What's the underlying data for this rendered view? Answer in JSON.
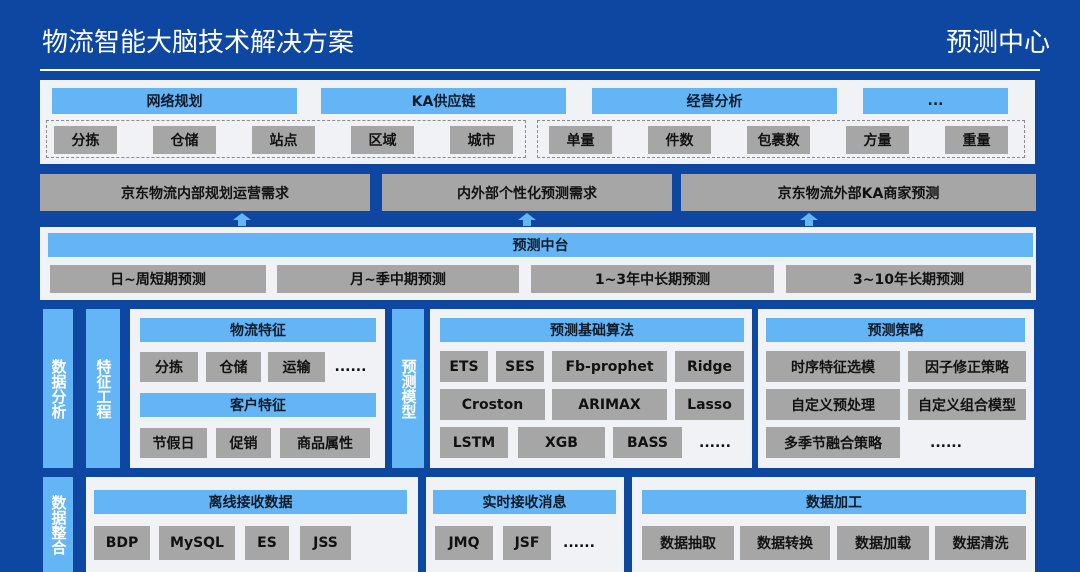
{
  "header": {
    "title": "物流智能大脑技术解决方案",
    "right_title": "预测中心"
  },
  "top": {
    "categories": [
      "网络规划",
      "KA供应链",
      "经营分析",
      "..."
    ],
    "left_items": [
      "分拣",
      "仓储",
      "站点",
      "区域",
      "城市"
    ],
    "right_items": [
      "单量",
      "件数",
      "包裹数",
      "方量",
      "重量"
    ]
  },
  "needs": [
    "京东物流内部规划运营需求",
    "内外部个性化预测需求",
    "京东物流外部KA商家预测"
  ],
  "center": {
    "title": "预测中台",
    "items": [
      "日~周短期预测",
      "月~季中期预测",
      "1~3年中长期预测",
      "3~10年长期预测"
    ]
  },
  "analysis": {
    "side_label": "数据分析",
    "feature_label": "特征工程",
    "logistics": {
      "title": "物流特征",
      "items": [
        "分拣",
        "仓储",
        "运输",
        "......"
      ]
    },
    "customer": {
      "title": "客户特征",
      "items": [
        "节假日",
        "促销",
        "商品属性"
      ]
    },
    "model_label": "预测模型",
    "algorithms": {
      "title": "预测基础算法",
      "rows": [
        [
          "ETS",
          "SES",
          "Fb-prophet",
          "Ridge"
        ],
        [
          "Croston",
          "ARIMAX",
          "Lasso"
        ],
        [
          "LSTM",
          "XGB",
          "BASS",
          "......"
        ]
      ]
    },
    "strategy": {
      "title": "预测策略",
      "rows": [
        [
          "时序特征选模",
          "因子修正策略"
        ],
        [
          "自定义预处理",
          "自定义组合模型"
        ],
        [
          "多季节融合策略",
          "......"
        ]
      ]
    }
  },
  "integration": {
    "side_label": "数据整合",
    "offline": {
      "title": "离线接收数据",
      "items": [
        "BDP",
        "MySQL",
        "ES",
        "JSS"
      ]
    },
    "realtime": {
      "title": "实时接收消息",
      "items": [
        "JMQ",
        "JSF",
        "......"
      ]
    },
    "processing": {
      "title": "数据加工",
      "items": [
        "数据抽取",
        "数据转换",
        "数据加载",
        "数据清洗"
      ]
    }
  },
  "colors": {
    "background": "#0d47a1",
    "light_blue": "#64b5f6",
    "gray": "#a6a6a6",
    "panel": "#f0f2f5"
  }
}
